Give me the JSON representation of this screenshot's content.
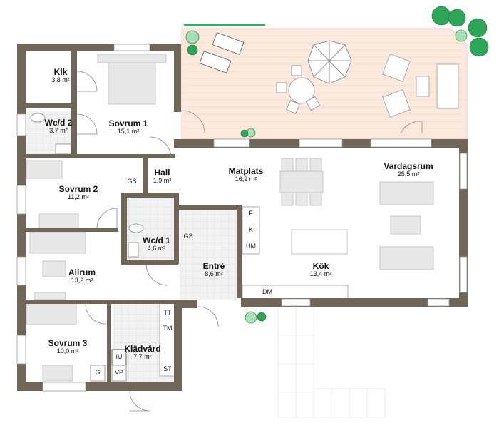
{
  "plan": {
    "colors": {
      "wall": "#6f6658",
      "terrace": "#fbe9de",
      "tile": "#ececec",
      "furniture": "#e8e8e8",
      "plant_dark": "#2fa55a",
      "plant_light": "#a8e0b6"
    },
    "rooms": [
      {
        "id": "klk",
        "name": "Klk",
        "area": "3,8 m²"
      },
      {
        "id": "wcd2",
        "name": "Wc/d 2",
        "area": "3,7 m²"
      },
      {
        "id": "sovrum1",
        "name": "Sovrum 1",
        "area": "15,1 m²"
      },
      {
        "id": "sovrum2",
        "name": "Sovrum 2",
        "area": "11,2 m²"
      },
      {
        "id": "hall",
        "name": "Hall",
        "area": "1,9 m²"
      },
      {
        "id": "wcd1",
        "name": "Wc/d 1",
        "area": "4,6 m²"
      },
      {
        "id": "allrum",
        "name": "Allrum",
        "area": "13,2 m²"
      },
      {
        "id": "sovrum3",
        "name": "Sovrum 3",
        "area": "10,0 m²"
      },
      {
        "id": "kladvard",
        "name": "Klädvård",
        "area": "7,7 m²"
      },
      {
        "id": "entre",
        "name": "Entré",
        "area": "8,6 m²"
      },
      {
        "id": "matplats",
        "name": "Matplats",
        "area": "16,2 m²"
      },
      {
        "id": "kok",
        "name": "Kök",
        "area": "13,4 m²"
      },
      {
        "id": "vardagsrum",
        "name": "Vardagsrum",
        "area": "25,5 m²"
      }
    ],
    "fixtures": {
      "gs_hall": "GS",
      "gs_entre": "GS",
      "f": "F",
      "k": "K",
      "um": "UM",
      "dm": "DM",
      "tt": "TT",
      "tm": "TM",
      "st": "ST",
      "iu": "IU",
      "vp": "VP",
      "g": "G"
    }
  }
}
